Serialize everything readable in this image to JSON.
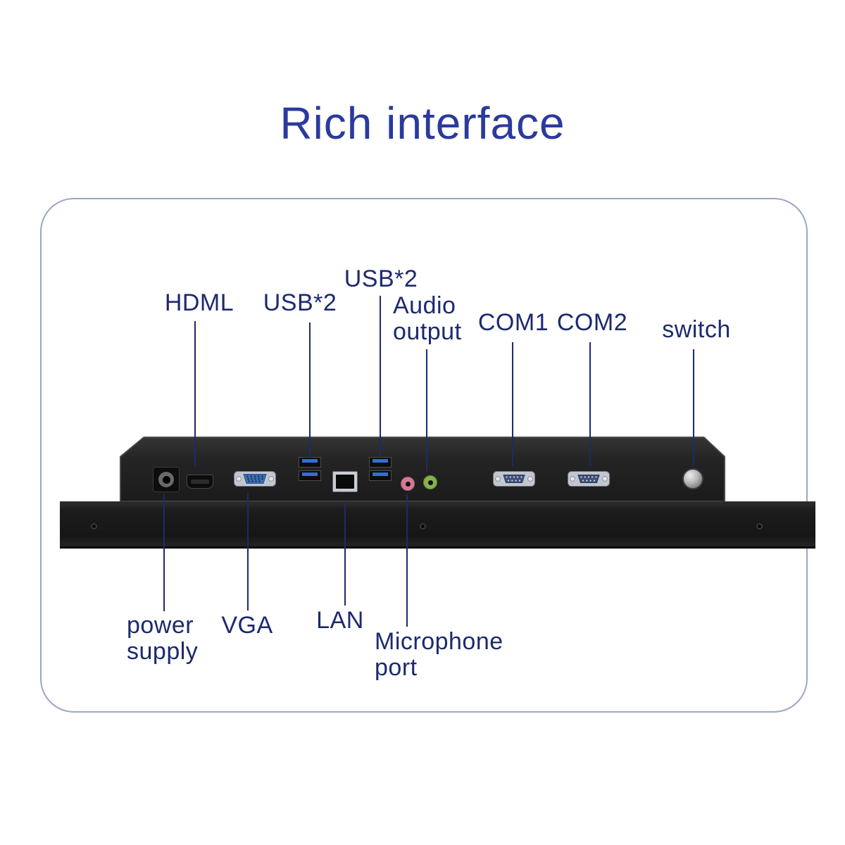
{
  "title": "Rich interface",
  "labels": {
    "hdml": "HDML",
    "usb_left": "USB*2",
    "usb_right": "USB*2",
    "audio_output": "Audio output",
    "com1": "COM1",
    "com2": "COM2",
    "switch": "switch",
    "power_supply": "power supply",
    "vga": "VGA",
    "lan": "LAN",
    "microphone_port": "Microphone port"
  },
  "colors": {
    "title_color": "#2b3a9d",
    "label_color": "#1c2a6e",
    "line_color": "#1c2a6e",
    "frame_border_color": "#9aa6c4",
    "usb_blue": "#2f6fd8",
    "mic_pink": "#d27a96",
    "audio_green": "#86b24e",
    "vga_blue": "#3a6fb5"
  }
}
